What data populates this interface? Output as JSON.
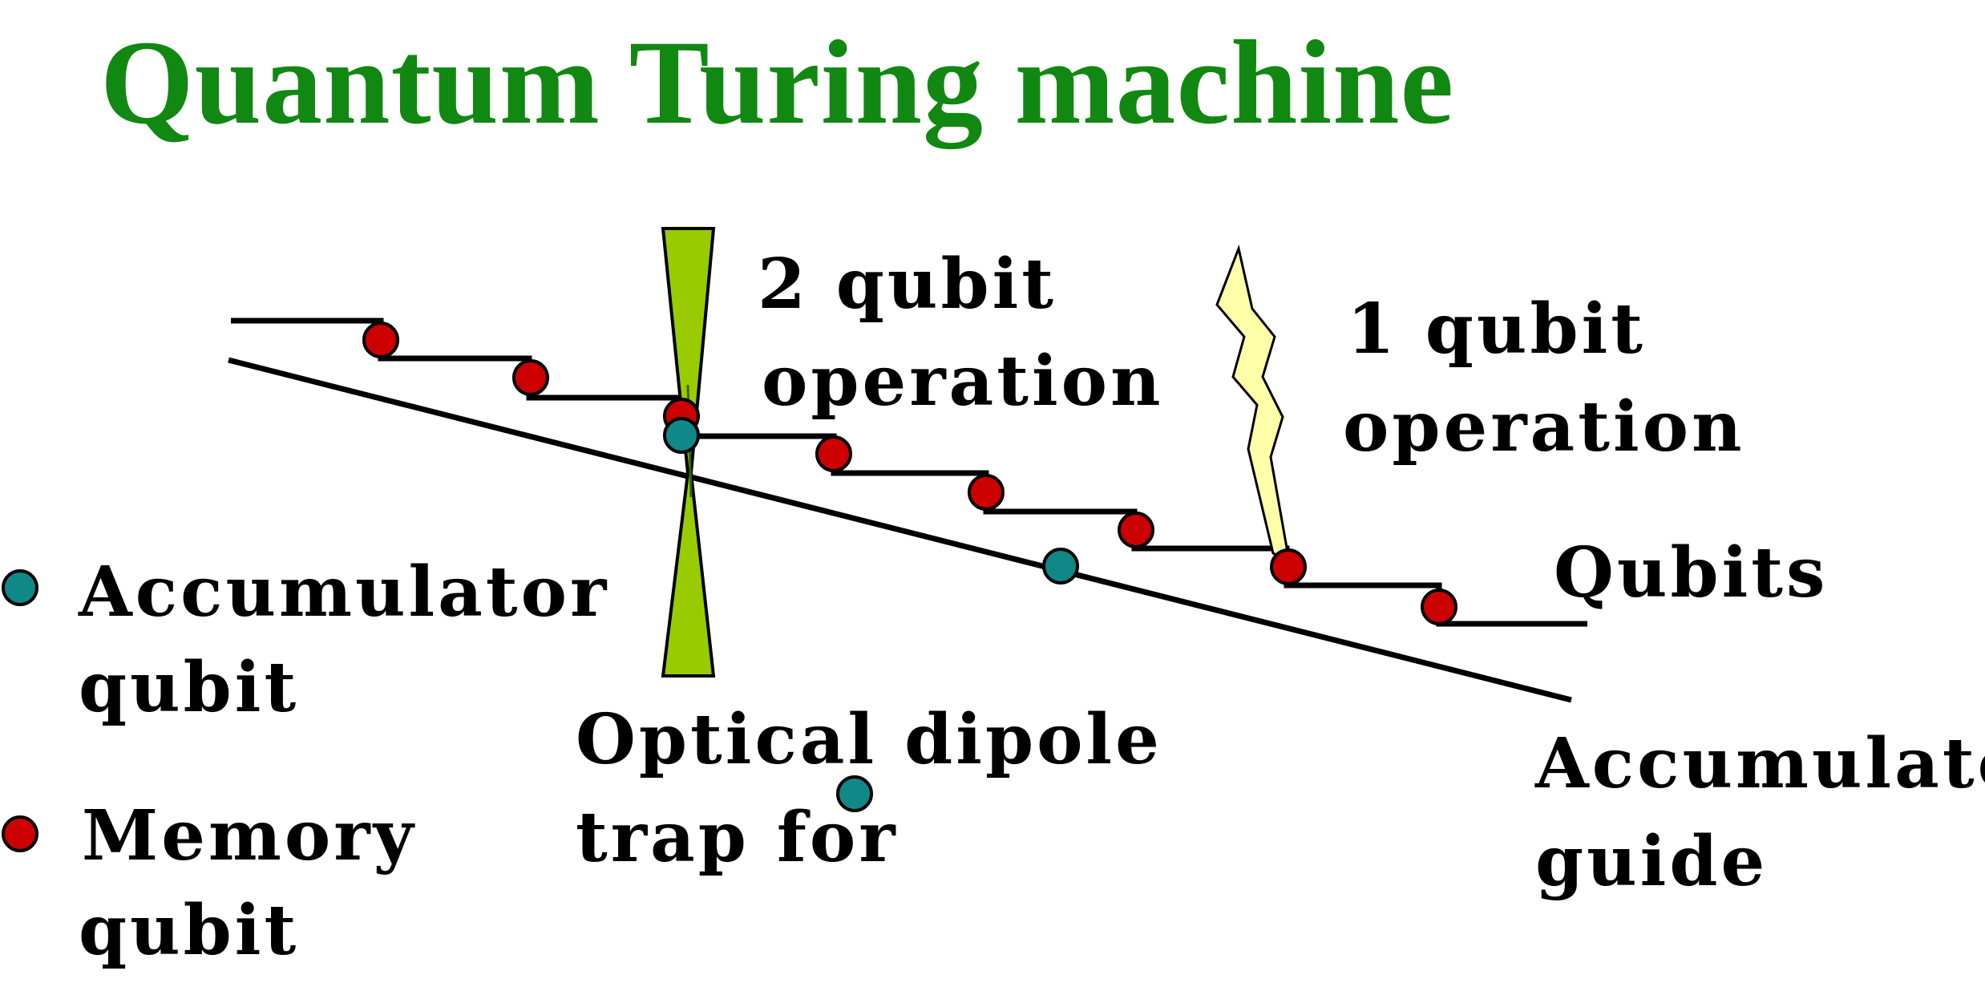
{
  "title": "Quantum Turing machine",
  "labels": {
    "two_qubit_line1": "2 qubit",
    "two_qubit_line2": "operation",
    "one_qubit_line1": "1 qubit",
    "one_qubit_line2": "operation",
    "qubits": "Qubits",
    "accumulator_guide_line1": "Accumulato",
    "accumulator_guide_line2": "guide",
    "trap_line1": "Optical dipole",
    "trap_line2": "trap for"
  },
  "legend": [
    {
      "label_line1": "Accumulator",
      "label_line2": "qubit",
      "color": "#118888"
    },
    {
      "label_line1": "Memory",
      "label_line2": "qubit",
      "color": "#cc0000"
    }
  ],
  "colors": {
    "title": "#118811",
    "memory_qubit": "#cc0000",
    "accumulator_qubit": "#118888",
    "dipole_trap": "#99cc00",
    "laser_bolt": "#ffffaa",
    "lines": "#000000"
  }
}
